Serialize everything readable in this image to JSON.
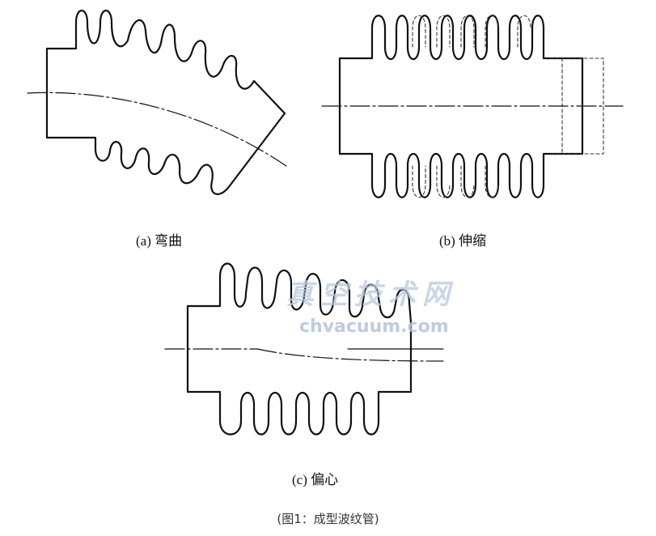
{
  "panels": [
    {
      "id": "a",
      "caption": "(a) 弯曲"
    },
    {
      "id": "b",
      "caption": "(b) 伸缩"
    },
    {
      "id": "c",
      "caption": "(c) 偏心"
    }
  ],
  "watermark": {
    "cn": "真空技术网",
    "en": "chvacuum.com"
  },
  "figure_caption": "(图1：成型波纹管)",
  "colors": {
    "line": "#111111",
    "watermark": "#b9c9de",
    "caption": "#333333"
  }
}
